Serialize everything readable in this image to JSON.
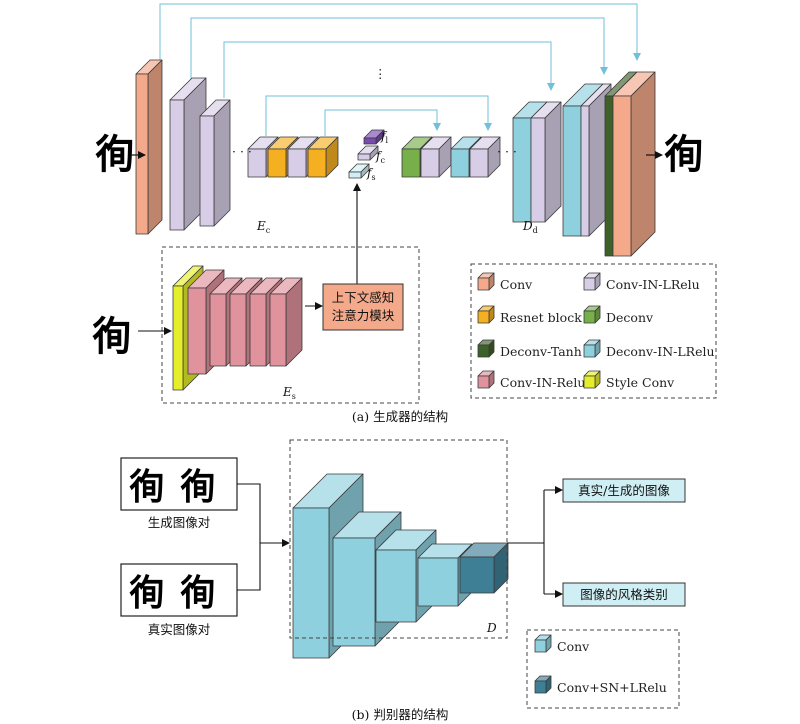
{
  "glyph": "徇",
  "generator": {
    "caption": "(a) 生成器的结构",
    "encoder_content_label": "E",
    "encoder_content_sub": "c",
    "decoder_label": "D",
    "decoder_sub": "d",
    "encoder_style_label": "E",
    "encoder_style_sub": "s",
    "ellipsis": "⋮",
    "dots": "· · ·",
    "feature_f": "f",
    "feature_l_sub": "l",
    "feature_c_sub": "c",
    "feature_s_sub": "s",
    "attention_module": "上下文感知\n注意力模块"
  },
  "legend_generator": [
    {
      "label": "Conv",
      "color": "#f4a98a"
    },
    {
      "label": "Conv-IN-LRelu",
      "color": "#d7cde6"
    },
    {
      "label": "Resnet block",
      "color": "#f5b022"
    },
    {
      "label": "Deconv",
      "color": "#77b04a"
    },
    {
      "label": "Deconv-Tanh",
      "color": "#3d6128"
    },
    {
      "label": "Deconv-IN-LRelu",
      "color": "#8fd0df"
    },
    {
      "label": "Conv-IN-Relu",
      "color": "#e0929d"
    },
    {
      "label": "Style Conv",
      "color": "#e5ee2a"
    }
  ],
  "discriminator": {
    "caption": "(b) 判别器的结构",
    "label": "D",
    "pair_generated": "生成图像对",
    "pair_real": "真实图像对",
    "output_real_fake": "真实/生成的图像",
    "output_style": "图像的风格类别"
  },
  "legend_discriminator": [
    {
      "label": "Conv",
      "color": "#8fd0df"
    },
    {
      "label": "Conv+SN+LRelu",
      "color": "#3f7f96"
    }
  ],
  "colors": {
    "arrow_blue": "#6fc0d8",
    "conv": "#f4a98a",
    "conv_in_lrelu": "#d7cde6",
    "resnet": "#f5b022",
    "deconv": "#77b04a",
    "deconv_tanh": "#3d6128",
    "deconv_in_lrelu": "#8fd0df",
    "conv_in_relu": "#e0929d",
    "style_conv": "#e5ee2a",
    "attention_box": "#f4a98a",
    "disc_conv": "#8fd0df",
    "disc_sn": "#3f7f96",
    "feature_l": "#7a4bb0"
  }
}
